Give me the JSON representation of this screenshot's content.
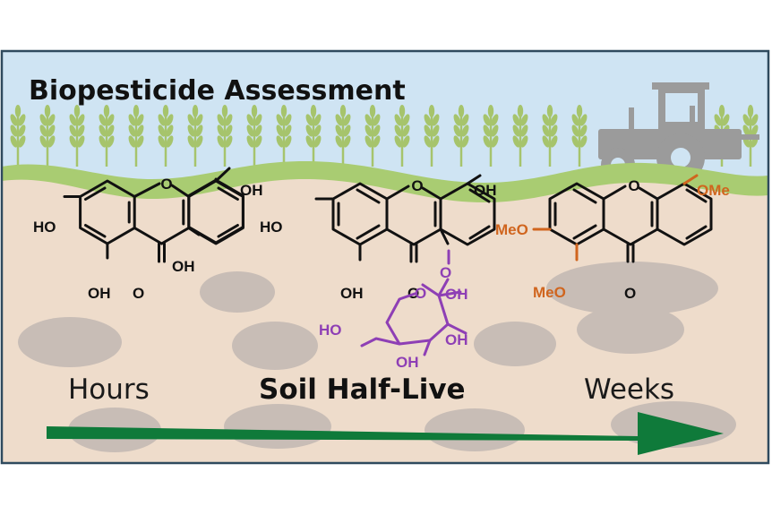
{
  "title": "Biopesticide Assessment",
  "timeline": {
    "start_label": "Hours",
    "center_label": "Soil Half-Live",
    "end_label": "Weeks"
  },
  "colors": {
    "sky": "#cfe4f3",
    "grass": "#a9cc72",
    "soil": "#eedccb",
    "stones": "#c8bdb6",
    "wheat": "#a6c46c",
    "tractor": "#9b9b9b",
    "arrow": "#0f7a3a",
    "methoxy": "#d0651e",
    "glucose": "#8e3fb5",
    "frame": "#2f4a5e"
  },
  "icons": [
    "wheat-icon",
    "tractor-icon",
    "arrow-icon"
  ],
  "molecules": {
    "kaempferol": {
      "substituents": [
        "OH",
        "HO",
        "OH",
        "OH",
        "O",
        "O"
      ]
    },
    "glucoside": {
      "substituents": [
        "OH",
        "HO",
        "OH",
        "O",
        "O",
        "O",
        "O",
        "OH",
        "HO",
        "OH",
        "OH"
      ]
    },
    "methoxy_flavone": {
      "substituents": [
        "OMe",
        "MeO",
        "MeO",
        "O",
        "O"
      ]
    }
  }
}
